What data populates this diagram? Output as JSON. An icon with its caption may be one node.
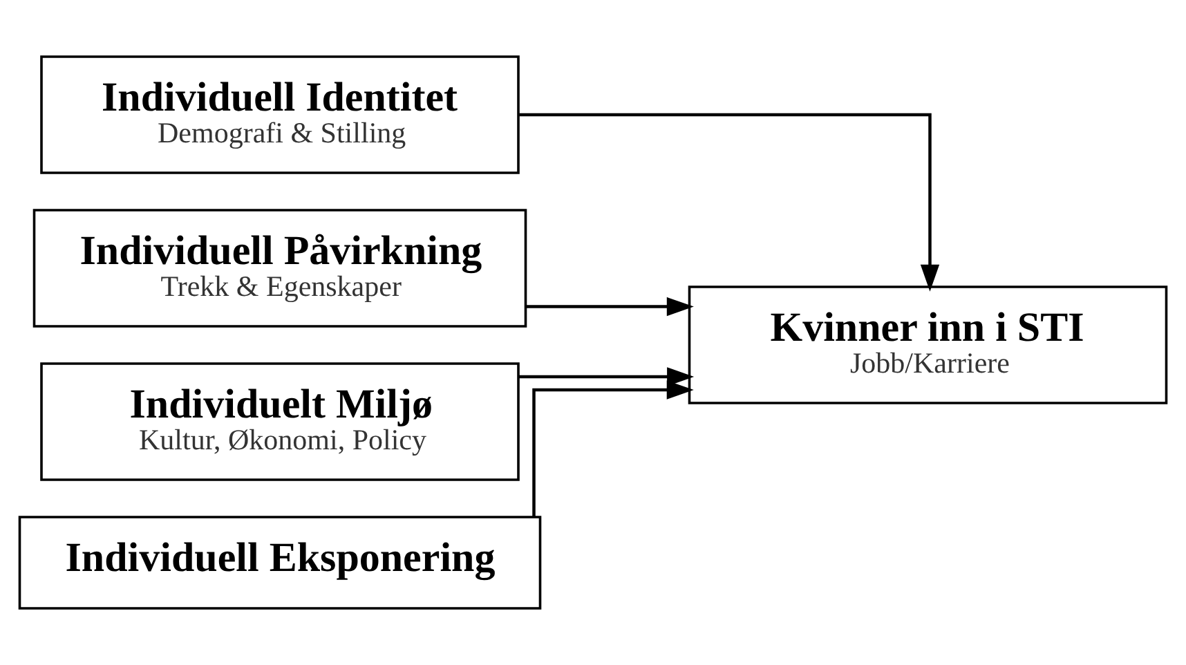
{
  "diagram": {
    "nodes": [
      {
        "text": [
          "Individuell Identitet",
          "Demografi & Stilling"
        ]
      },
      {
        "text": [
          "Individuell Påvirkning",
          "Trekk & Egenskaper"
        ]
      },
      {
        "text": [
          "Individuelt Miljø",
          "Kultur, Økonomi, Policy"
        ]
      },
      {
        "text": [
          "Kvinner inn i STI",
          "Jobb/Karriere"
        ]
      },
      {
        "text": [
          "Individuell Eksponering"
        ]
      }
    ],
    "edges": [
      {
        "from": 0,
        "to": 3,
        "arrow": "to"
      },
      {
        "from": 1,
        "to": 3,
        "arrow": "to"
      },
      {
        "from": 2,
        "to": 3,
        "arrow": "to"
      },
      {
        "from": 4,
        "to": 3,
        "arrow": "to"
      }
    ]
  }
}
